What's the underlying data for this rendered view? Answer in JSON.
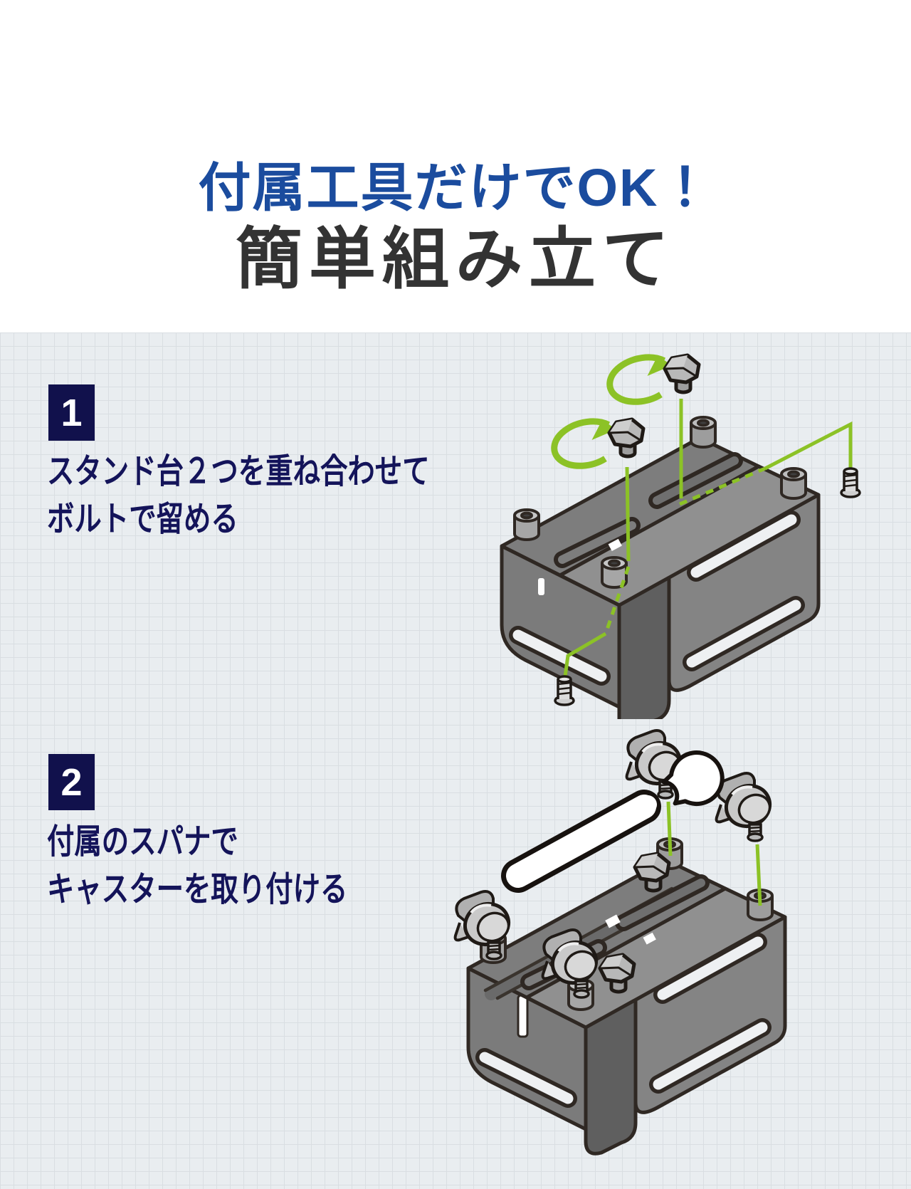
{
  "hero": {
    "subtitle": "付属工具だけでOK！",
    "title": "簡単組み立て"
  },
  "steps": [
    {
      "number": "1",
      "caption_line1": "スタンド台２つを重ね合わせて",
      "caption_line2": "ボルトで留める"
    },
    {
      "number": "2",
      "caption_line1": "付属のスパナで",
      "caption_line2": "キャスターを取り付ける"
    }
  ],
  "icons": {
    "rotation_arrow": "green-ellipse-counterclockwise-arrow",
    "knob_bolt": "thumb-knob-bolt",
    "screw_bolt": "threaded-bolt",
    "caster": "swivel-caster-wheel",
    "wrench": "open-end-spanner"
  },
  "colors": {
    "title_blue": "#1b4c9e",
    "title_dark": "#333333",
    "text_navy": "#14145a",
    "badge_navy": "#11114c",
    "accent_green": "#8cc226",
    "grid_bg": "#e9edf0",
    "grid_line": "#d9dee2",
    "metal_gray": "#8f8f8f",
    "outline_dark": "#2f2823"
  }
}
